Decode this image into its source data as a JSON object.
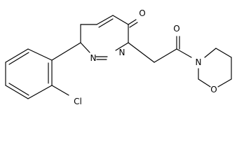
{
  "structure": {
    "atoms": {
      "o_carbonyl_ring": "O",
      "n_ring_upper": "N",
      "n_ring_lower": "N",
      "o_carbonyl_amide": "O",
      "n_morpholine": "N",
      "o_morpholine": "O",
      "cl": "Cl"
    }
  }
}
